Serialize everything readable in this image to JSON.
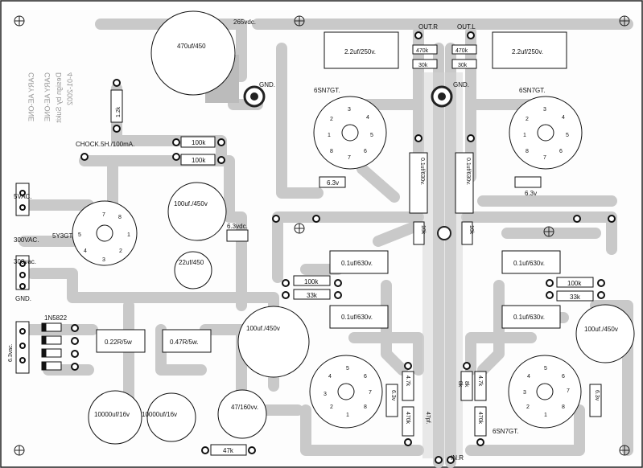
{
  "board": {
    "mirror_lines": [
      "CARY AE-ONE",
      "CARY AE-ONE",
      "Design by Sukit",
      "4-01-2002"
    ],
    "labels": {
      "hv": "265vdc.",
      "gnd1": "GND.",
      "gnd2": "GND.",
      "gnd3": "GND.",
      "out_r": "OUT.R",
      "out_l": "OUT.L",
      "in_r": "IN.R",
      "choke": "CHOCK.5H./100mA.",
      "v5ac": "5VAC.",
      "v300a": "300VAC.",
      "v300b": "300vac.",
      "rect_tube": "5Y3GT.",
      "diode": "1N5822",
      "v63ac": "6.3vac.",
      "v63dc": "6.3vdc.",
      "tube_l1": "6SN7GT.",
      "tube_r1": "6SN7GT.",
      "tube_r2": "6SN7GT.",
      "h63_a": "6.3v",
      "h63_b": "6.3v",
      "h63_c": "6.3v",
      "h63_d": "6.3v"
    },
    "parts": {
      "c470": "470uf/450",
      "r12k": "1.2k",
      "r100k_a": "100k",
      "r100k_b": "100k",
      "c100_450": "100uf./450v",
      "c22_450": "22uf/450",
      "c22_250_l": "2.2uf/250v.",
      "c22_250_r": "2.2uf/250v.",
      "r470k_top": "470k",
      "r30k_a": "30k",
      "r470k_top2": "470k",
      "r30k_b": "30k",
      "c01_v1": "0.1uf/630v.",
      "c01_v2": "0.1uf/630v.",
      "r10k_a": "10k",
      "r10k_b": "10k",
      "c01_l1": "0.1uf/630v.",
      "c01_l2": "0.1uf/630v.",
      "c01_r1": "0.1uf/630v.",
      "c01_r2": "0.1uf/630v.",
      "r100k_l": "100k",
      "r33k_l": "33k",
      "r100k_r": "100k",
      "r33k_r": "33k",
      "r022": "0.22R/5w",
      "r047": "0.47R/5w.",
      "c100_450_b": "100uf./450v",
      "c100_450_c": "100uf./450v",
      "c10000_a": "10000uf/16v",
      "c10000_b": "10000uf/16v",
      "c47_160": "47/160vv.",
      "r47k": "47k",
      "r47k_v1": "4.7k",
      "r8k_a": "8k",
      "r8k_b": "8k",
      "r47k_v2": "4.7k",
      "r470k_b1": "470k",
      "c47p": "47pf.",
      "r470k_b2": "470k"
    },
    "pins": {
      "rect": [
        "7",
        "8",
        "5",
        "1",
        "2",
        "4",
        "3"
      ],
      "tube": [
        "1",
        "2",
        "3",
        "4",
        "5",
        "6",
        "7",
        "8"
      ]
    }
  }
}
